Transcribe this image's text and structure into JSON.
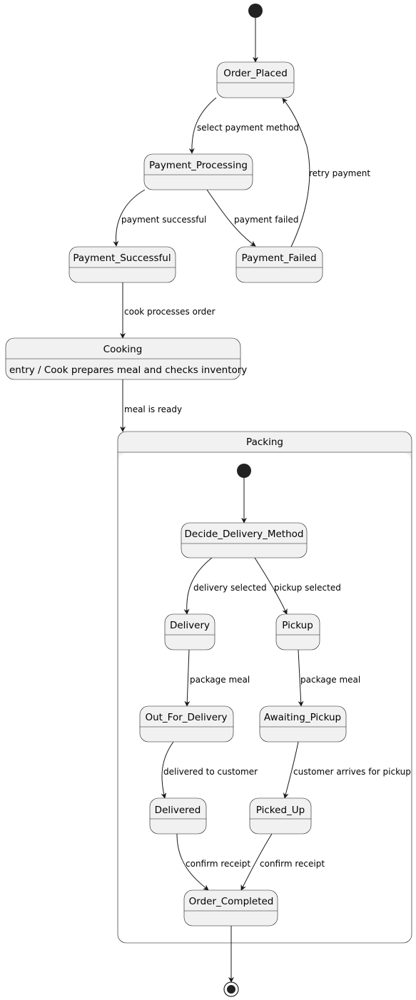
{
  "states": {
    "order_placed": "Order_Placed",
    "payment_processing": "Payment_Processing",
    "payment_successful": "Payment_Successful",
    "payment_failed": "Payment_Failed",
    "cooking": "Cooking",
    "cooking_entry": "entry / Cook prepares meal and checks inventory",
    "packing": "Packing",
    "decide_delivery_method": "Decide_Delivery_Method",
    "delivery": "Delivery",
    "pickup": "Pickup",
    "out_for_delivery": "Out_For_Delivery",
    "awaiting_pickup": "Awaiting_Pickup",
    "delivered": "Delivered",
    "picked_up": "Picked_Up",
    "order_completed": "Order_Completed"
  },
  "transitions": {
    "select_payment_method": "select payment method",
    "retry_payment": "retry payment",
    "payment_successful": "payment successful",
    "payment_failed": "payment failed",
    "cook_processes_order": "cook processes order",
    "meal_is_ready": "meal is ready",
    "delivery_selected": "delivery selected",
    "pickup_selected": "pickup selected",
    "package_meal_delivery": "package meal",
    "package_meal_pickup": "package meal",
    "delivered_to_customer": "delivered to customer",
    "customer_arrives_for_pickup": "customer arrives for pickup",
    "confirm_receipt_delivered": "confirm receipt",
    "confirm_receipt_picked_up": "confirm receipt"
  }
}
